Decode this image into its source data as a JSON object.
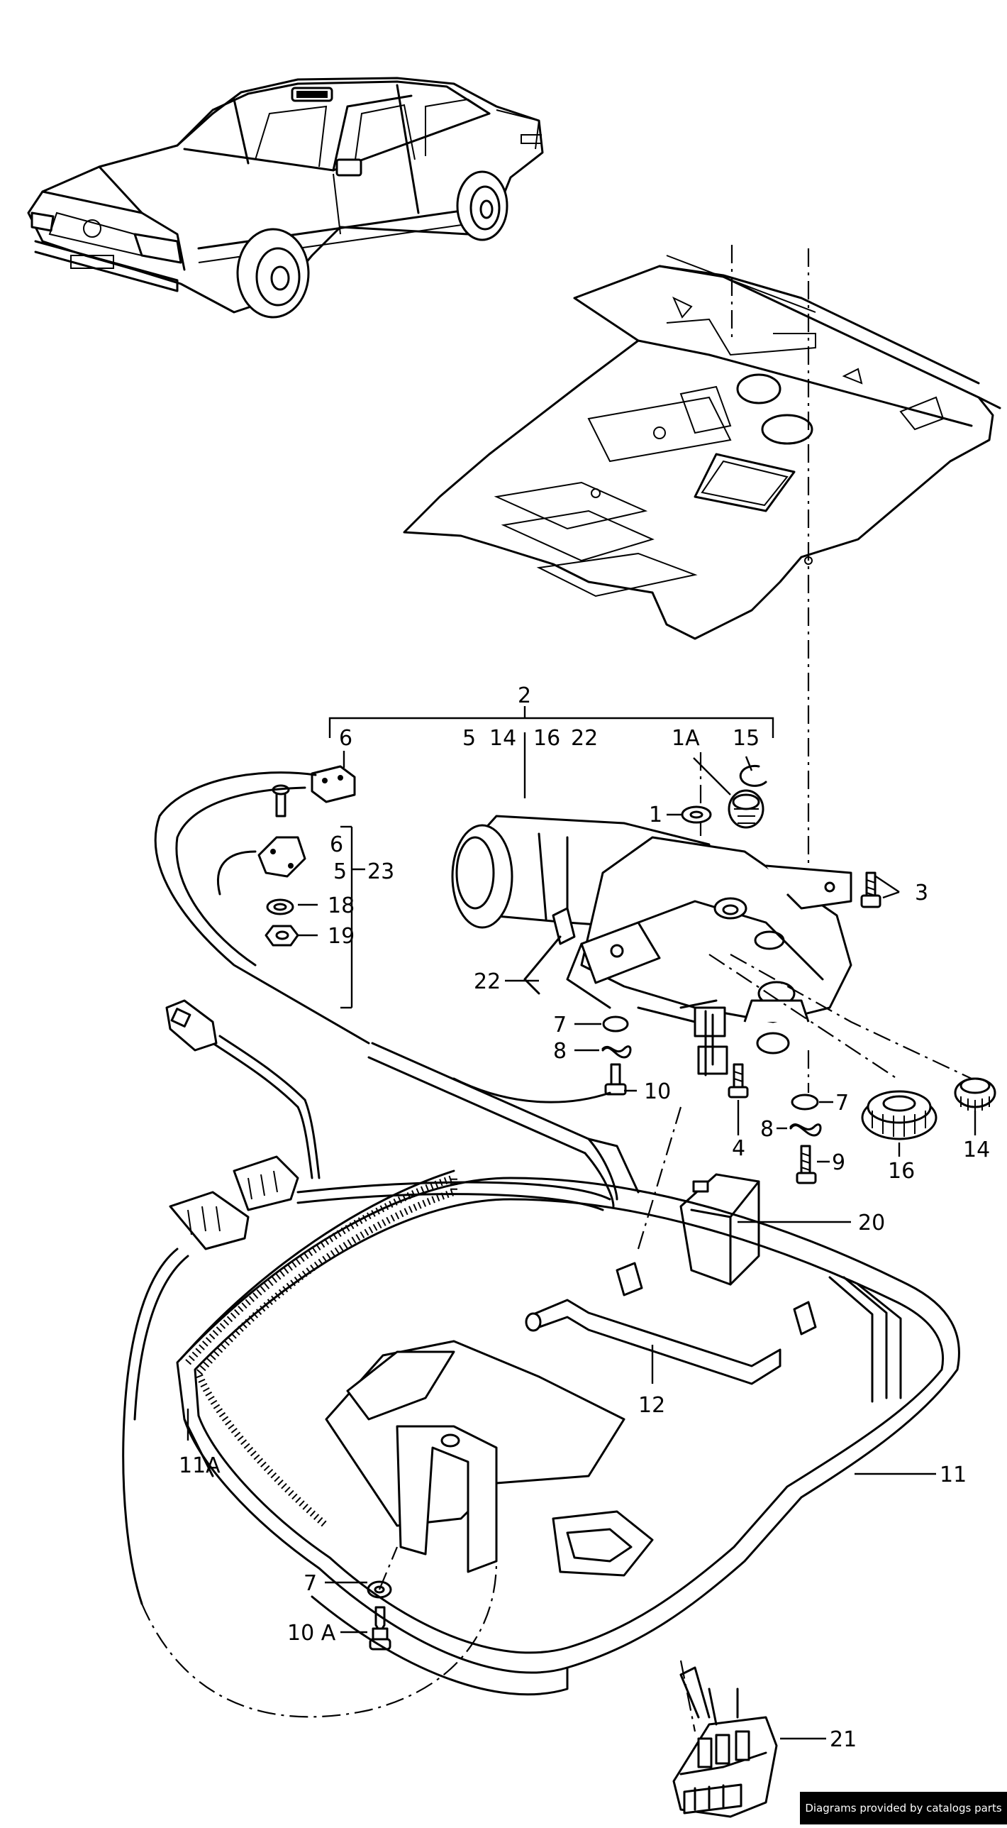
{
  "callouts": {
    "c2": "2",
    "c6_top": "6",
    "c5_top": "5",
    "c14_top": "14",
    "c16_top": "16",
    "c22_top": "22",
    "c1A": "1A",
    "c15": "15",
    "c1": "1",
    "c3": "3",
    "c6_mid": "6",
    "c5_mid": "5",
    "c23": "23",
    "c18": "18",
    "c19": "19",
    "c22_mid": "22",
    "c7_left": "7",
    "c8_left": "8",
    "c10": "10",
    "c7_right": "7",
    "c8_right": "8",
    "c9": "9",
    "c4": "4",
    "c16": "16",
    "c14": "14",
    "c20": "20",
    "c12": "12",
    "c11A": "11A",
    "c11": "11",
    "c7_bottom": "7",
    "c10A": "10 A",
    "c21": "21"
  },
  "footer": {
    "credit": "Diagrams provided by catalogs parts"
  }
}
